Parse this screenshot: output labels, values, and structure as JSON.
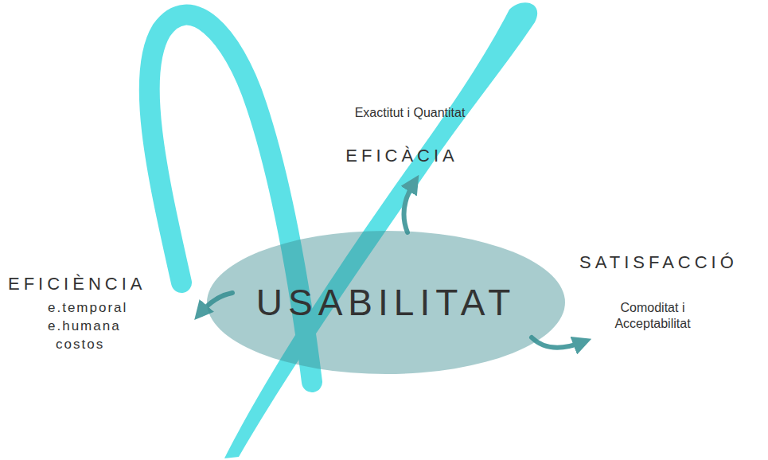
{
  "diagram": {
    "nodes": [
      {
        "text": [
          "USABILITAT"
        ]
      }
    ],
    "labels": [
      "Exactitut i Quantitat",
      "EFICÀCIA",
      "EFICIÈNCIA",
      "e.temporal",
      "e.humana",
      "costos",
      "SATISFACCIÓ",
      "Comoditat i Acceptabilitat"
    ]
  }
}
